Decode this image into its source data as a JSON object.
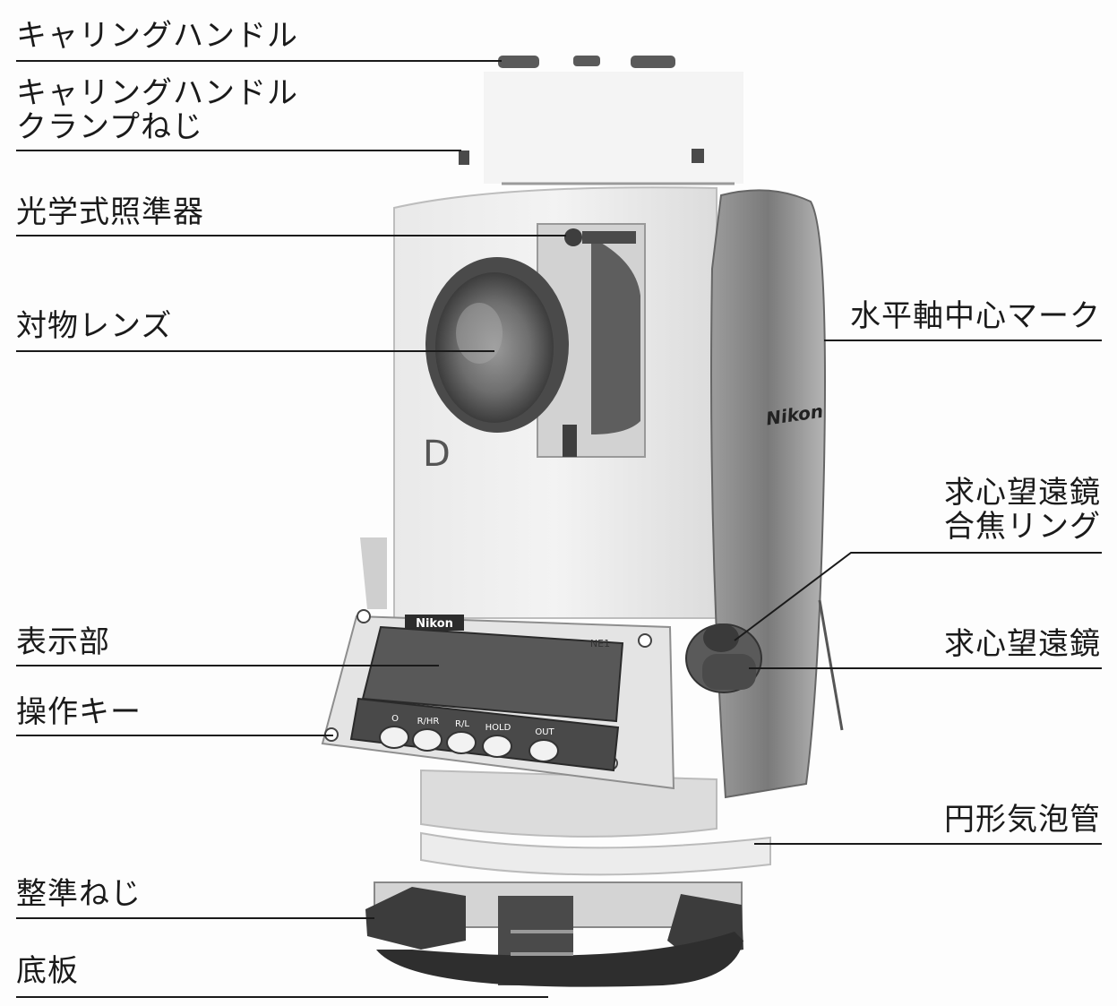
{
  "labels": {
    "carrying_handle": "キャリングハンドル",
    "handle_clamp_line1": "キャリングハンドル",
    "handle_clamp_line2": "クランプねじ",
    "optical_sight": "光学式照準器",
    "objective_lens": "対物レンズ",
    "display": "表示部",
    "operation_keys": "操作キー",
    "leveling_screw": "整準ねじ",
    "base_plate": "底板",
    "horizontal_axis_mark": "水平軸中心マーク",
    "plummet_focus_line1": "求心望遠鏡",
    "plummet_focus_line2": "合焦リング",
    "optical_plummet": "求心望遠鏡",
    "circular_level": "円形気泡管"
  },
  "device": {
    "brand_side": "Nikon",
    "brand_panel": "Nikon",
    "model_panel": "NE1",
    "face_mark": "D",
    "keys": [
      "O",
      "R/HR",
      "R/L",
      "HOLD",
      "OUT"
    ]
  },
  "colors": {
    "ink": "#1a1a1a",
    "body": "#e6e6e6",
    "dark": "#3a3a3a",
    "mid": "#8a8a8a"
  }
}
